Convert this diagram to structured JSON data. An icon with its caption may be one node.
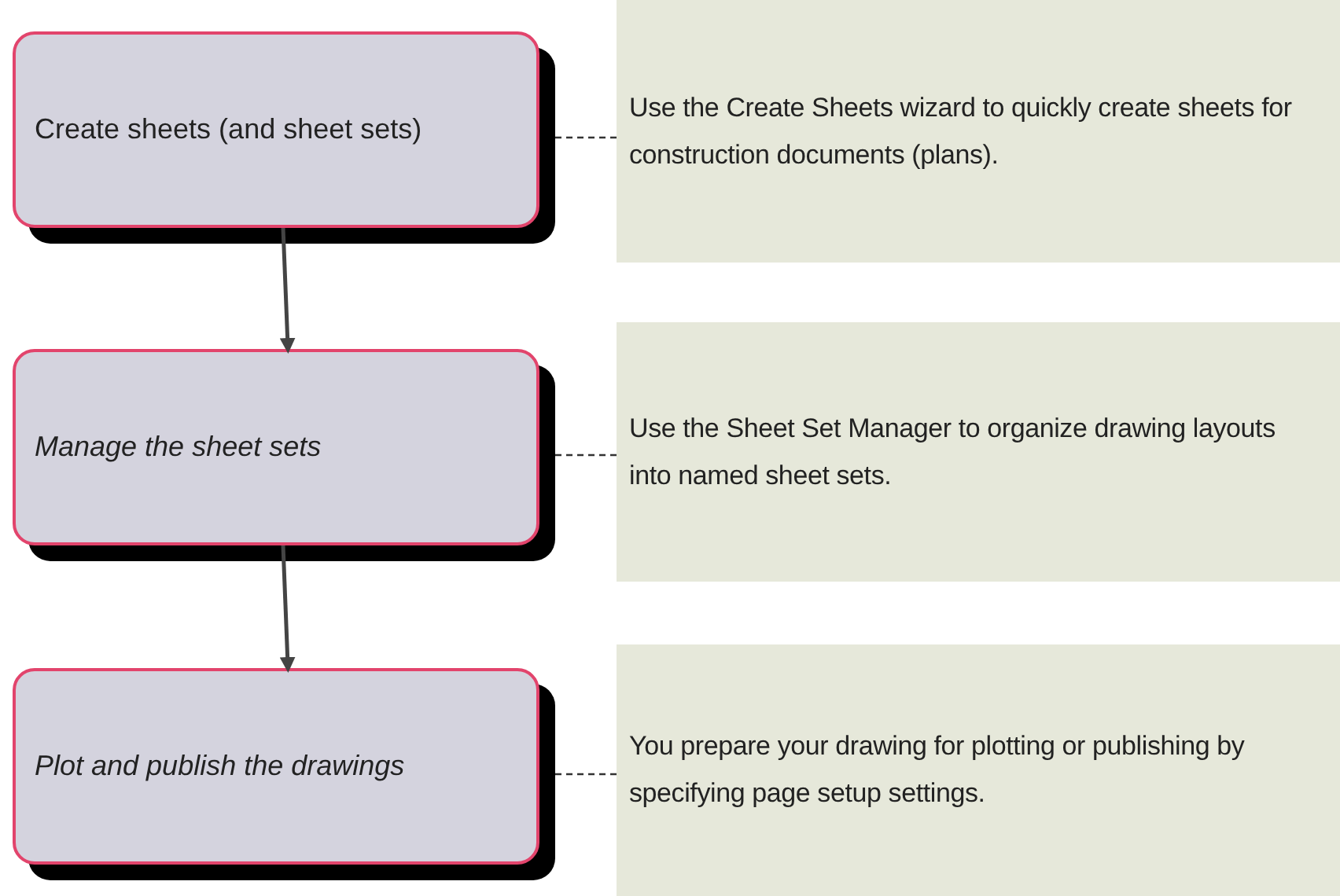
{
  "diagram": {
    "nodes": [
      {
        "text": [
          "Create sheets (and sheet sets)"
        ]
      },
      {
        "text": [
          "Use the Create Sheets wizard to quickly create sheets for construction documents (plans)."
        ]
      },
      {
        "text": [
          "Manage the sheet sets"
        ]
      },
      {
        "text": [
          "Use the Sheet Set Manager to organize drawing layouts into named sheet sets."
        ]
      },
      {
        "text": [
          "Plot and publish the drawings"
        ]
      },
      {
        "text": [
          "You prepare your drawing for plotting or publishing by specifying page setup settings."
        ]
      }
    ],
    "edges": [
      {
        "from": 0,
        "to": 1,
        "arrow": "none",
        "style": "dashed"
      },
      {
        "from": 0,
        "to": 2,
        "arrow": "to"
      },
      {
        "from": 2,
        "to": 3,
        "arrow": "none",
        "style": "dashed"
      },
      {
        "from": 2,
        "to": 4,
        "arrow": "to"
      },
      {
        "from": 4,
        "to": 5,
        "arrow": "none",
        "style": "dashed"
      }
    ]
  }
}
